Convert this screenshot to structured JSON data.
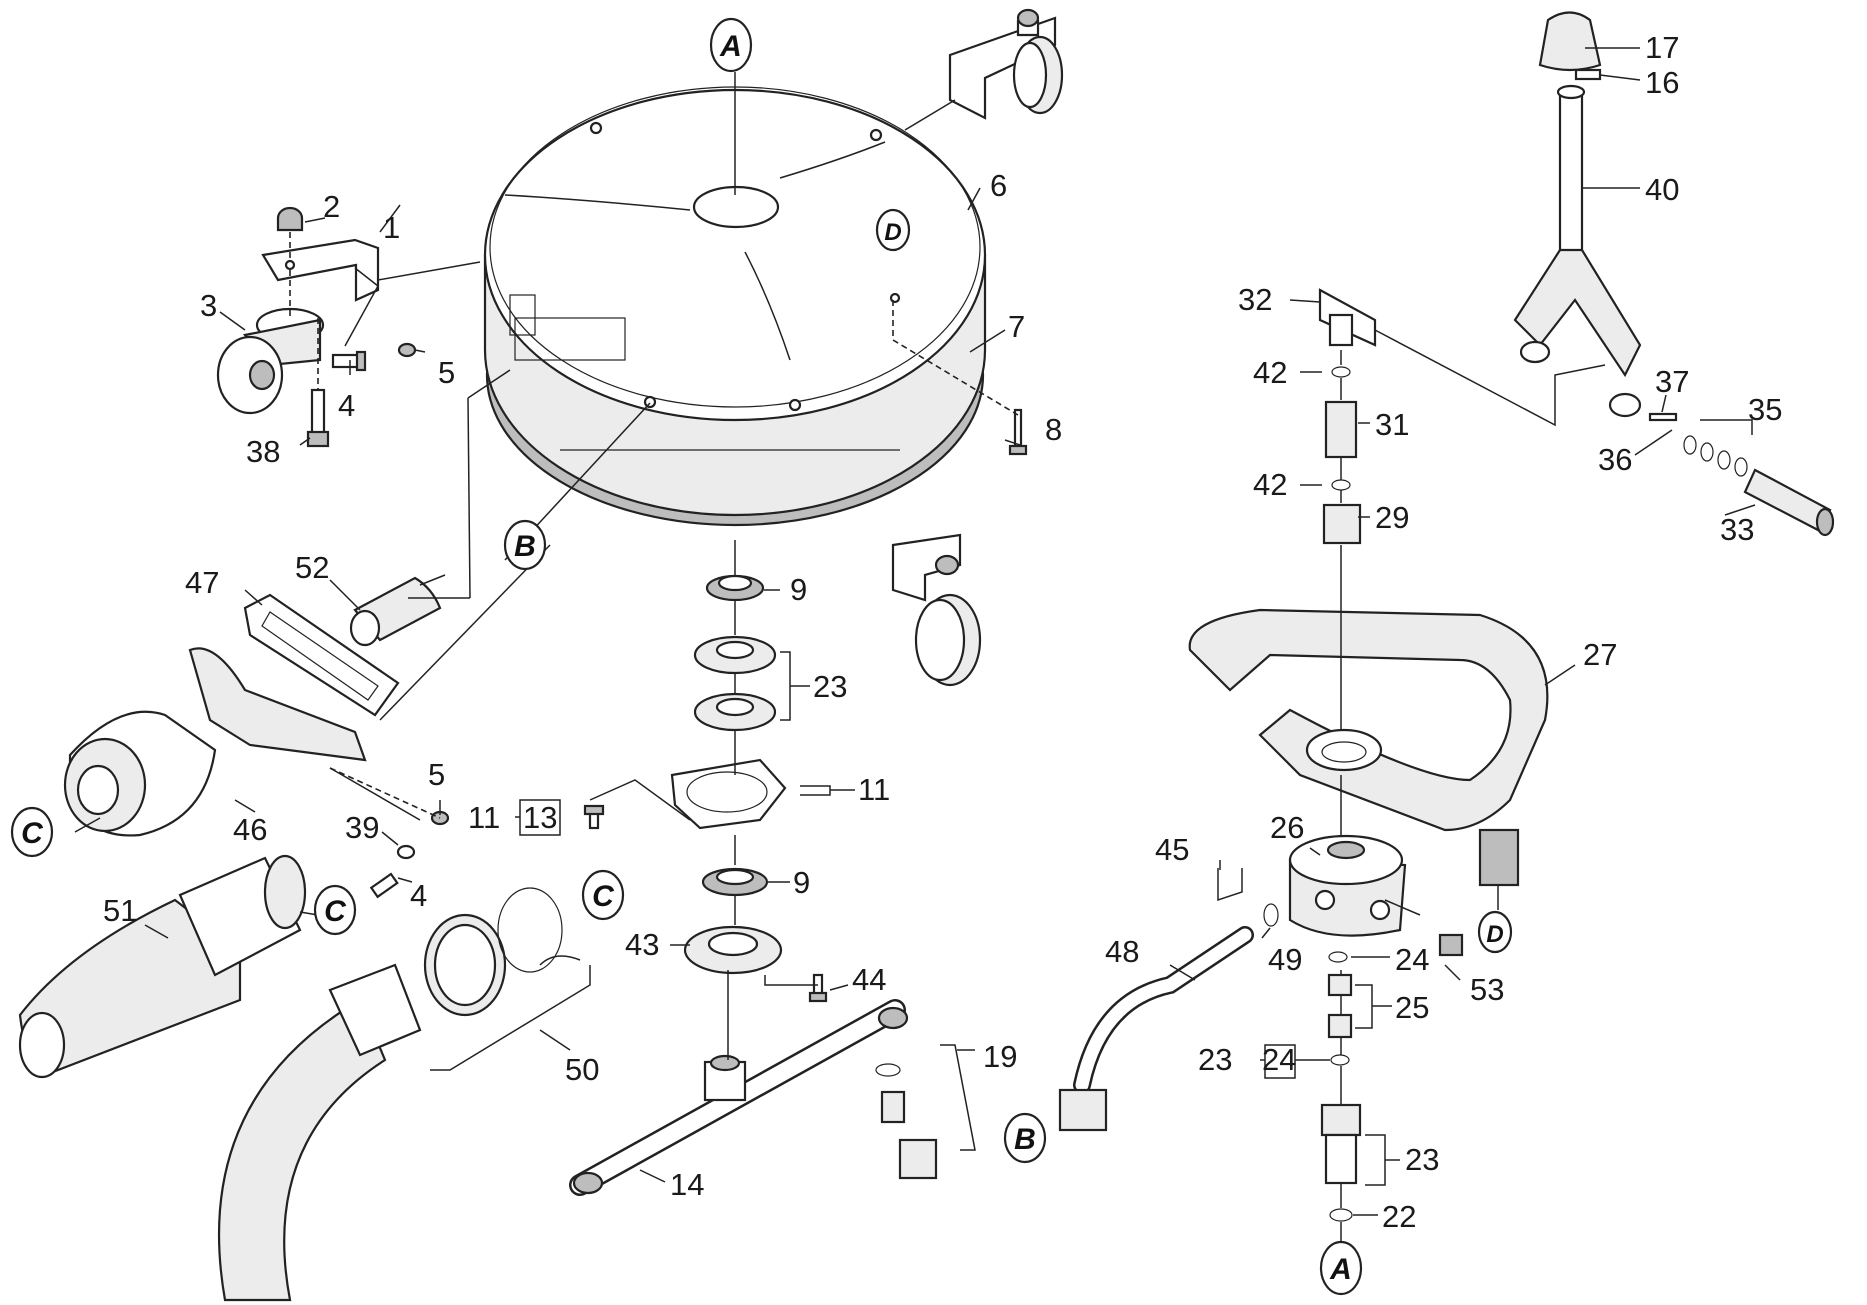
{
  "diagram": {
    "parts": [
      {
        "id": "p1",
        "label": "1"
      },
      {
        "id": "p2",
        "label": "2"
      },
      {
        "id": "p3",
        "label": "3"
      },
      {
        "id": "p4a",
        "label": "4"
      },
      {
        "id": "p5a",
        "label": "5"
      },
      {
        "id": "p6",
        "label": "6"
      },
      {
        "id": "p7",
        "label": "7"
      },
      {
        "id": "p8",
        "label": "8"
      },
      {
        "id": "p9a",
        "label": "9"
      },
      {
        "id": "p23a",
        "label": "23"
      },
      {
        "id": "p11a",
        "label": "11"
      },
      {
        "id": "p11b",
        "label": "11"
      },
      {
        "id": "p13",
        "label": "13"
      },
      {
        "id": "p9b",
        "label": "9"
      },
      {
        "id": "p43",
        "label": "43"
      },
      {
        "id": "p44",
        "label": "44"
      },
      {
        "id": "p14",
        "label": "14"
      },
      {
        "id": "p19",
        "label": "19"
      },
      {
        "id": "p52",
        "label": "52"
      },
      {
        "id": "p47",
        "label": "47"
      },
      {
        "id": "p46",
        "label": "46"
      },
      {
        "id": "p5b",
        "label": "5"
      },
      {
        "id": "p39",
        "label": "39"
      },
      {
        "id": "p4b",
        "label": "4"
      },
      {
        "id": "p38",
        "label": "38"
      },
      {
        "id": "p51",
        "label": "51"
      },
      {
        "id": "p50",
        "label": "50"
      },
      {
        "id": "p17",
        "label": "17"
      },
      {
        "id": "p16",
        "label": "16"
      },
      {
        "id": "p40",
        "label": "40"
      },
      {
        "id": "p32",
        "label": "32"
      },
      {
        "id": "p42a",
        "label": "42"
      },
      {
        "id": "p31",
        "label": "31"
      },
      {
        "id": "p42b",
        "label": "42"
      },
      {
        "id": "p29",
        "label": "29"
      },
      {
        "id": "p37",
        "label": "37"
      },
      {
        "id": "p35",
        "label": "35"
      },
      {
        "id": "p36",
        "label": "36"
      },
      {
        "id": "p33",
        "label": "33"
      },
      {
        "id": "p27",
        "label": "27"
      },
      {
        "id": "p26",
        "label": "26"
      },
      {
        "id": "p45",
        "label": "45"
      },
      {
        "id": "p48",
        "label": "48"
      },
      {
        "id": "p49",
        "label": "49"
      },
      {
        "id": "p24a",
        "label": "24"
      },
      {
        "id": "p53",
        "label": "53"
      },
      {
        "id": "p25",
        "label": "25"
      },
      {
        "id": "p23b",
        "label": "23"
      },
      {
        "id": "p24b",
        "label": "24"
      },
      {
        "id": "p23c",
        "label": "23"
      },
      {
        "id": "p22",
        "label": "22"
      }
    ],
    "markers": [
      {
        "id": "mA1",
        "label": "A"
      },
      {
        "id": "mA2",
        "label": "A"
      },
      {
        "id": "mB1",
        "label": "B"
      },
      {
        "id": "mB2",
        "label": "B"
      },
      {
        "id": "mC1",
        "label": "C"
      },
      {
        "id": "mC2",
        "label": "C"
      },
      {
        "id": "mC3",
        "label": "C"
      },
      {
        "id": "mD1",
        "label": "D"
      },
      {
        "id": "mD2",
        "label": "D"
      }
    ],
    "colors": {
      "line": "#222222",
      "shade": "#bdbdbd",
      "light": "#ececec",
      "background": "#ffffff"
    }
  }
}
